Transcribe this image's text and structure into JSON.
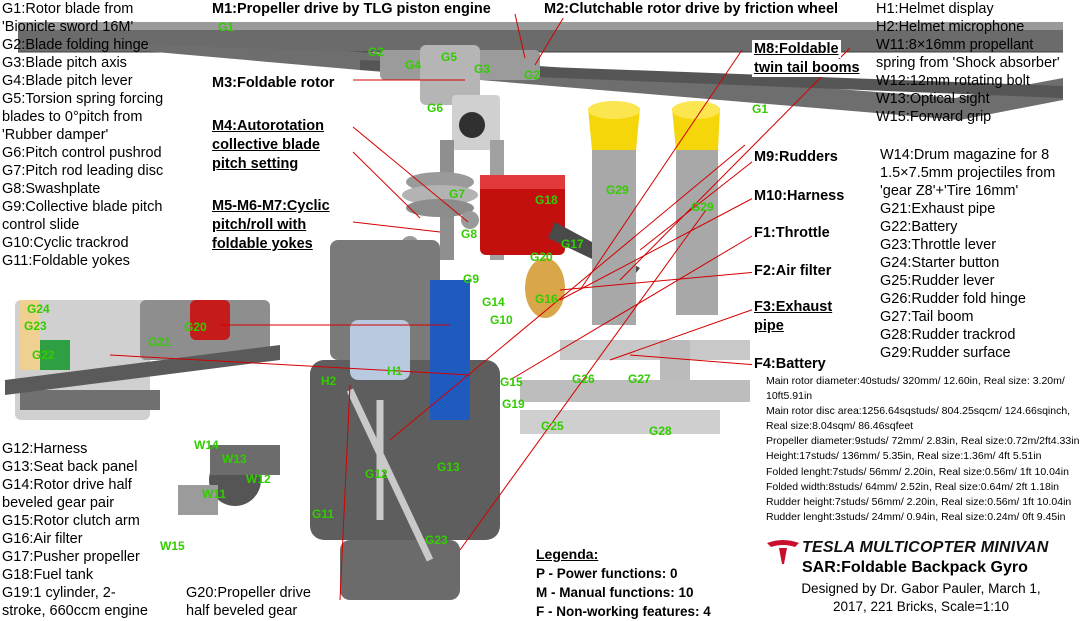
{
  "left_list": [
    "G1:Rotor blade from",
    "'Bionicle sword 16M'",
    "G2:Blade folding hinge",
    "G3:Blade pitch axis",
    "G4:Blade pitch lever",
    "G5:Torsion spring forcing",
    "blades to 0°pitch from",
    "'Rubber damper'",
    "G6:Pitch control pushrod",
    "G7:Pitch rod leading disc",
    "G8:Swashplate",
    "G9:Collective blade pitch",
    "control slide",
    "G10:Cyclic trackrod",
    "G11:Foldable yokes",
    ""
  ],
  "left_list_lower": [
    "G12:Harness",
    "G13:Seat back panel",
    "G14:Rotor drive half",
    "beveled gear pair",
    "G15:Rotor clutch arm",
    "G16:Air filter",
    "G17:Pusher propeller",
    "G18:Fuel tank",
    "G19:1 cylinder, 2-",
    "stroke, 660ccm engine"
  ],
  "g20_note": [
    "G20:Propeller drive",
    "half beveled gear"
  ],
  "right_list_top": [
    "H1:Helmet display",
    "H2:Helmet microphone",
    "W11:8×16mm propellant",
    "spring from 'Shock absorber'",
    "W12:12mm rotating bolt",
    "W13:Optical sight",
    "W15:Forward grip"
  ],
  "right_list_bottom": [
    "W14:Drum magazine for 8",
    "1.5×7.5mm projectiles from",
    "'gear Z8'+'Tire 16mm'",
    "G21:Exhaust pipe",
    "G22:Battery",
    "G23:Throttle lever",
    "G24:Starter button",
    "G25:Rudder lever",
    "G26:Rudder fold hinge",
    "G27:Tail boom",
    "G28:Rudder trackrod",
    "G29:Rudder surface"
  ],
  "callouts": {
    "m1": "M1:Propeller drive by TLG piston engine",
    "m2": "M2:Clutchable rotor drive by friction wheel",
    "m3": "M3:Foldable rotor",
    "m8_line1": "M8:Foldable",
    "m8_line2": "twin tail booms",
    "m4_line1": "M4:Autorotation",
    "m4_line2": "collective blade",
    "m4_line3": "pitch setting",
    "m5_line1": "M5-M6-M7:Cyclic",
    "m5_line2": "pitch/roll with",
    "m5_line3": "foldable yokes",
    "m9": "M9:Rudders",
    "m10": "M10:Harness",
    "f1": "F1:Throttle",
    "f2": "F2:Air filter",
    "f3_line1": "F3:Exhaust",
    "f3_line2": "pipe",
    "f4": "F4:Battery"
  },
  "markers": {
    "g1": "G1",
    "g2": "G2",
    "g3": "G3",
    "g4": "G4",
    "g5": "G5",
    "g6": "G6",
    "g7": "G7",
    "g8": "G8",
    "g9": "G9",
    "g10": "G10",
    "g11": "G11",
    "g12": "G12",
    "g13": "G13",
    "g14": "G14",
    "g15": "G15",
    "g16": "G16",
    "g17": "G17",
    "g18": "G18",
    "g19": "G19",
    "g20": "G20",
    "g21": "G21",
    "g22": "G22",
    "g23": "G23",
    "g24": "G24",
    "g25": "G25",
    "g26": "G26",
    "g27": "G27",
    "g28": "G28",
    "g29": "G29",
    "h1": "H1",
    "h2": "H2",
    "w11": "W11",
    "w12": "W12",
    "w13": "W13",
    "w14": "W14",
    "w15": "W15"
  },
  "specs": [
    "Main rotor diameter:40studs/ 320mm/ 12.60in, Real size: 3.20m/",
    "10ft5.91in",
    "Main rotor disc area:1256.64sqstuds/ 804.25sqcm/ 124.66sqinch,",
    "Real size:8.04sqm/ 86.46sqfeet",
    "Propeller diameter:9studs/ 72mm/ 2.83in, Real size:0.72m/2ft4.33in",
    "Height:17studs/ 136mm/ 5.35in, Real size:1.36m/ 4ft 5.51in",
    "Folded lenght:7studs/ 56mm/ 2.20in, Real size:0.56m/ 1ft 10.04in",
    "Folded width:8studs/ 64mm/ 2.52in, Real size:0.64m/ 2ft 1.18in",
    "Rudder height:7studs/ 56mm/ 2.20in, Real size:0.56m/ 1ft 10.04in",
    "Rudder lenght:3studs/ 24mm/ 0.94in, Real size:0.24m/ 0ft 9.45in",
    ""
  ],
  "legend": {
    "title": "Legenda:",
    "items": [
      "P - Power functions: 0",
      "M - Manual functions: 10",
      "F - Non-working features: 4"
    ]
  },
  "title": {
    "brand": "TESLA MULTICOPTER MINIVAN",
    "model": "SAR:Foldable Backpack Gyro",
    "credit_line1": "Designed by Dr. Gabor Pauler, March 1,",
    "credit_line2": "2017, 221 Bricks, Scale=1:10"
  },
  "colors": {
    "leader_line": "#d40000",
    "marker_text": "#33cc00",
    "brand_red": "#c8102e"
  }
}
